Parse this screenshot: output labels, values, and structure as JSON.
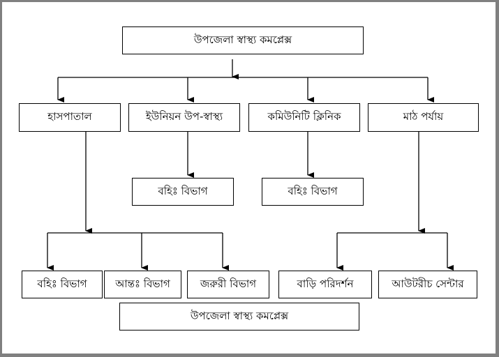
{
  "root": {
    "label": "উপজেলা স্বাস্থ্য কমপ্লেক্স"
  },
  "level1": [
    {
      "label": "হাসপাতাল"
    },
    {
      "label": "ইউনিয়ন উপ-স্বাস্থ্য"
    },
    {
      "label": "কমিউনিটি ক্লিনিক"
    },
    {
      "label": "মাঠ পর্যায়"
    }
  ],
  "union_child": {
    "label": "বহিঃ বিভাগ"
  },
  "clinic_child": {
    "label": "বহিঃ বিভাগ"
  },
  "hospital_children": [
    {
      "label": "বহিঃ বিভাগ"
    },
    {
      "label": "আন্তঃ বিভাগ"
    },
    {
      "label": "জরুরী বিভাগ"
    }
  ],
  "field_children": [
    {
      "label": "বাড়ি পরিদর্শন"
    },
    {
      "label": "আউটরীচ সেন্টার"
    }
  ],
  "footer": {
    "label": "উপজেলা স্বাস্থ্য কমপ্লেক্স"
  }
}
